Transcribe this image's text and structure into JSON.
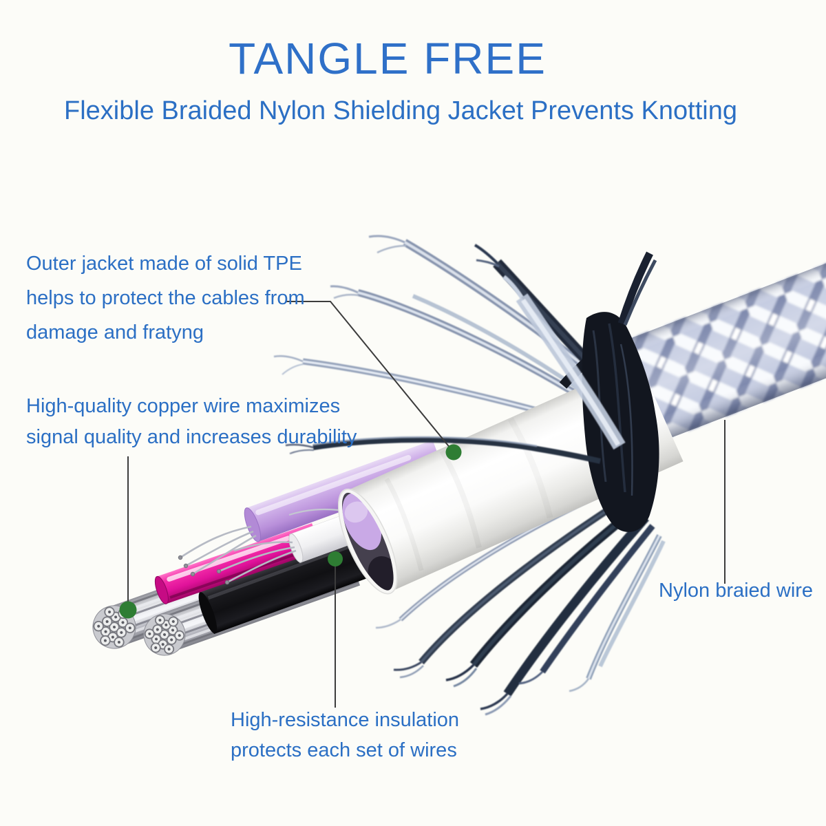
{
  "header": {
    "title": "TANGLE FREE",
    "subtitle": "Flexible Braided Nylon Shielding Jacket Prevents Knotting"
  },
  "callouts": {
    "outer_jacket": {
      "lines": [
        "Outer jacket made of solid TPE",
        "helps to protect the cables from",
        "damage and fratyng"
      ]
    },
    "copper_wire": {
      "lines": [
        "High-quality copper wire maximizes",
        "signal quality and increases durability"
      ]
    },
    "insulation": {
      "lines": [
        "High-resistance insulation",
        "protects each set of wires"
      ]
    },
    "nylon_braid": {
      "lines": [
        "Nylon braied wire"
      ]
    }
  },
  "colors": {
    "accent_blue": "#2b6fc4",
    "marker_green": "#2e7d33",
    "pink_wire": "#e0129a",
    "purple_wire": "#c9a9e6",
    "braid_slate": "#7f8aae",
    "jacket_white": "#ffffff",
    "callout_line": "#3c3c3c",
    "background": "#fcfcf8"
  }
}
